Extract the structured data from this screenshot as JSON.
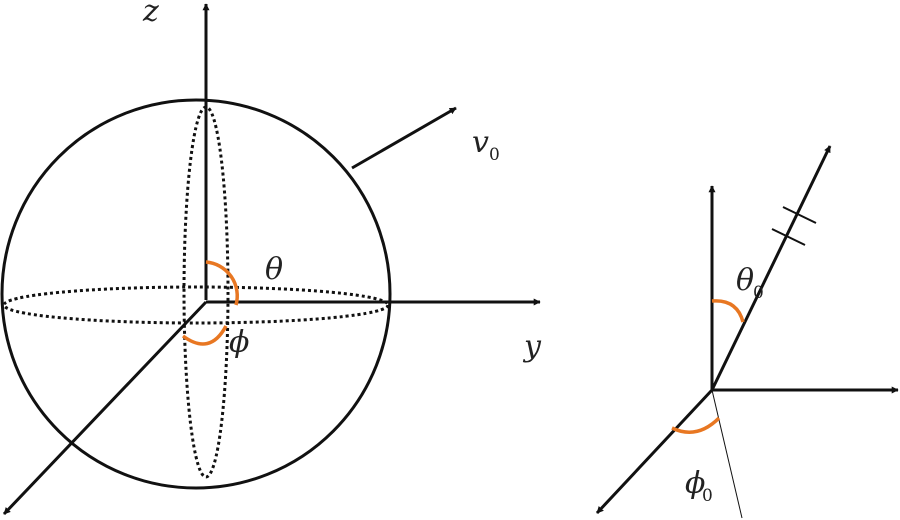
{
  "colors": {
    "ink": "#111111",
    "angle_arc": "#E87722"
  },
  "labels": {
    "z": "z",
    "y": "y",
    "theta": "θ",
    "phi": "ϕ",
    "v0_main": "v",
    "v0_sub": "0",
    "theta0_main": "θ",
    "theta0_sub": "0",
    "phi0_main": "ϕ",
    "phi0_sub": "0"
  }
}
